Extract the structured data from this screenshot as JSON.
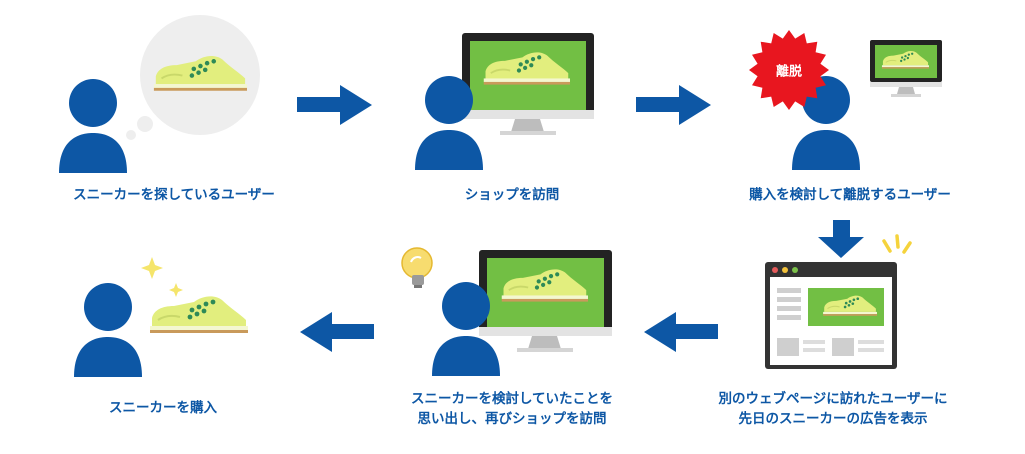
{
  "colors": {
    "primary_blue": "#0d57a5",
    "screen_green": "#72bf44",
    "shoe_yellow": "#e2ee7e",
    "shoe_lace": "#2e8a57",
    "burst_red": "#e8161f",
    "bulb_yellow": "#f7dc6f",
    "sparkle_yellow": "#f5e56b",
    "monitor_dark": "#232323"
  },
  "steps": [
    {
      "id": 1,
      "caption_lines": [
        "スニーカーを探しているユーザー"
      ]
    },
    {
      "id": 2,
      "caption_lines": [
        "ショップを訪問"
      ]
    },
    {
      "id": 3,
      "caption_lines": [
        "購入を検討して離脱するユーザー"
      ],
      "badge": "離脱"
    },
    {
      "id": 4,
      "caption_lines": [
        "別のウェブページに訪れたユーザーに",
        "先日のスニーカーの広告を表示"
      ]
    },
    {
      "id": 5,
      "caption_lines": [
        "スニーカーを検討していたことを",
        "思い出し、再びショップを訪問"
      ]
    },
    {
      "id": 6,
      "caption_lines": [
        "スニーカーを購入"
      ]
    }
  ],
  "flow": [
    "right",
    "right",
    "down",
    "left",
    "left"
  ]
}
